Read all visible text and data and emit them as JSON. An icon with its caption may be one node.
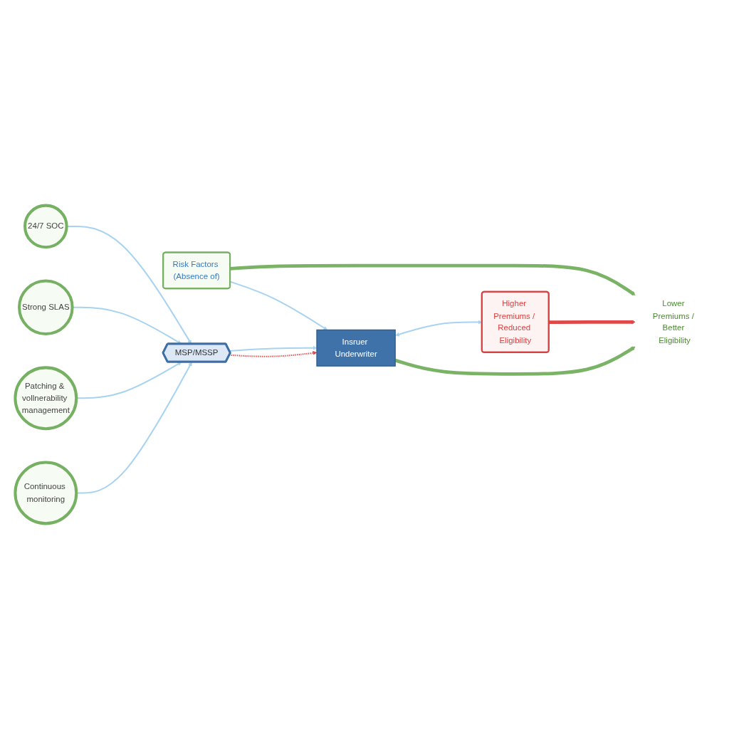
{
  "diagram": {
    "nodes": [
      {
        "text": [
          "Continuous monitoring"
        ]
      },
      {
        "text": [
          "Patching & vollnerability management"
        ]
      },
      {
        "text": [
          "Risk Factors (Absence of)"
        ]
      },
      {
        "text": [
          "MSP/MSSP"
        ]
      },
      {
        "text": [
          "Insruer Underwriter"
        ]
      },
      {
        "text": [
          "Lower Premiums / Better Eligibility"
        ]
      },
      {
        "text": [
          "Strong SLAS"
        ]
      },
      {
        "text": [
          "24/7 SOC"
        ]
      },
      {
        "text": [
          "Higher Premiums / Reduced Eligibility"
        ]
      }
    ],
    "edges": [
      {
        "from": 0,
        "to": 3,
        "arrow": "to"
      },
      {
        "from": 1,
        "to": 3,
        "arrow": "to"
      },
      {
        "from": 6,
        "to": 3,
        "arrow": "to"
      },
      {
        "from": 7,
        "to": 3,
        "arrow": "to"
      },
      {
        "from": 3,
        "to": 4,
        "arrow": "to",
        "style": "dashed",
        "color": "#e04848"
      },
      {
        "from": 3,
        "to": 4,
        "arrow": "to"
      },
      {
        "from": 2,
        "to": 4,
        "arrow": "to"
      },
      {
        "from": 4,
        "to": 5,
        "arrow": "to",
        "style": "thick",
        "color": "#7ab366"
      },
      {
        "from": 2,
        "to": 5,
        "arrow": "to",
        "style": "thick",
        "color": "#7ab366"
      },
      {
        "from": 4,
        "to": 8,
        "arrow": "both"
      },
      {
        "from": 8,
        "to": 5,
        "arrow": "to",
        "style": "thick",
        "color": "#e04848"
      }
    ]
  }
}
